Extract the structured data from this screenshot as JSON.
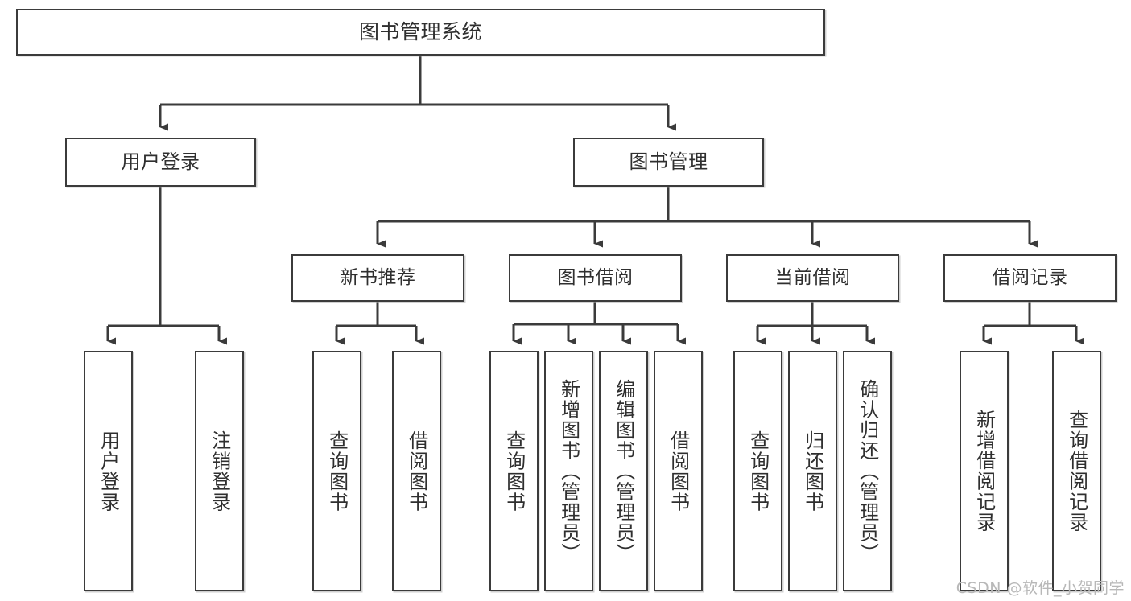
{
  "diagram": {
    "title": "图书管理系统",
    "type": "tree-hierarchy-diagram",
    "stroke_color": "#3b3b3b",
    "fill_color": "#ffffff",
    "text_color": "#2f2f2f",
    "nodes": {
      "root": {
        "label": "图书管理系统"
      },
      "level2": [
        {
          "id": "user-login",
          "label": "用户登录"
        },
        {
          "id": "book-manage",
          "label": "图书管理"
        }
      ],
      "level3": [
        {
          "id": "new-book-recommend",
          "label": "新书推荐"
        },
        {
          "id": "book-borrow",
          "label": "图书借阅"
        },
        {
          "id": "current-borrow",
          "label": "当前借阅"
        },
        {
          "id": "borrow-record",
          "label": "借阅记录"
        }
      ],
      "leaves": {
        "user_login": [
          {
            "id": "leaf-user-login",
            "label": "用户登录"
          },
          {
            "id": "leaf-user-logout",
            "label": "注销登录"
          }
        ],
        "new_book_recommend": [
          {
            "id": "leaf-query-book-1",
            "label": "查询图书"
          },
          {
            "id": "leaf-borrow-book-1",
            "label": "借阅图书"
          }
        ],
        "book_borrow": [
          {
            "id": "leaf-query-book-2",
            "label": "查询图书"
          },
          {
            "id": "leaf-add-book",
            "label": "新增图书（管理员）"
          },
          {
            "id": "leaf-edit-book",
            "label": "编辑图书（管理员）"
          },
          {
            "id": "leaf-borrow-book-2",
            "label": "借阅图书"
          }
        ],
        "current_borrow": [
          {
            "id": "leaf-query-book-3",
            "label": "查询图书"
          },
          {
            "id": "leaf-return-book",
            "label": "归还图书"
          },
          {
            "id": "leaf-confirm-return",
            "label": "确认归还（管理员）"
          }
        ],
        "borrow_record": [
          {
            "id": "leaf-add-record",
            "label": "新增借阅记录"
          },
          {
            "id": "leaf-query-record",
            "label": "查询借阅记录"
          }
        ]
      }
    }
  },
  "watermark": {
    "text": "CSDN @软件_小贺同学"
  }
}
